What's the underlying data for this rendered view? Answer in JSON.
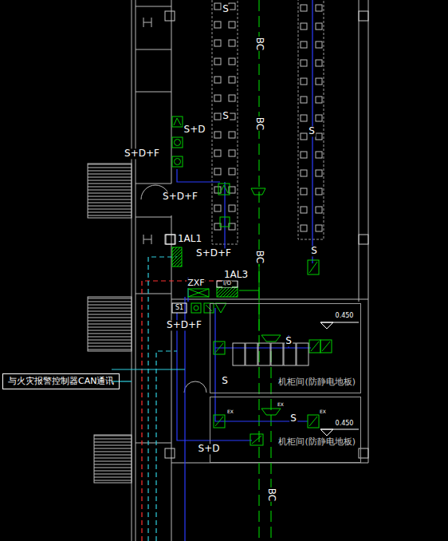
{
  "diagram": {
    "nodes": [
      {
        "text": [
          "与火灾报警控制器CAN通讯"
        ]
      },
      {
        "text": [
          "机柜间(防静电地板)"
        ]
      },
      {
        "text": [
          "机柜间(防静电地板)"
        ]
      }
    ],
    "labels": [
      "S",
      "S",
      "S+D",
      "S",
      "S+D+F",
      "S+D+F",
      "BC",
      "BC",
      "1AL1",
      "S",
      "S+D+F",
      "BC",
      "1AL3",
      "ZXF",
      "I/O",
      "S1",
      "0.450",
      "S+D+F",
      "S",
      "S",
      "EX",
      "EX",
      "EX",
      "S",
      "0.450",
      "S+D",
      "BC"
    ]
  }
}
